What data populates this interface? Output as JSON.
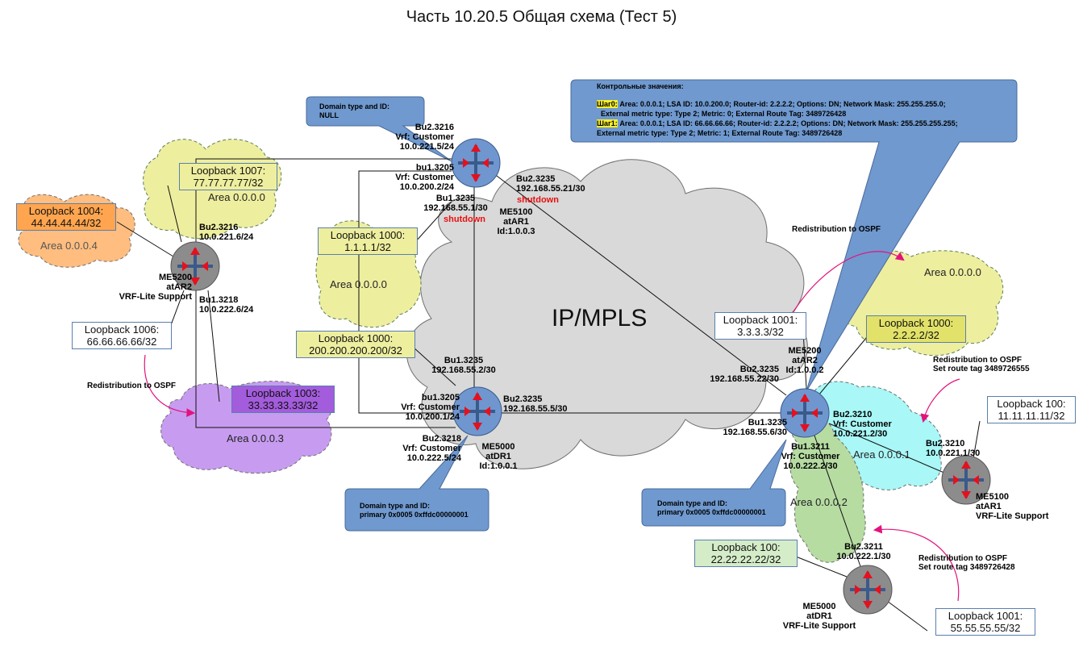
{
  "title": "Часть 10.20.5 Общая схема (Тест 5)",
  "cloud_label": "IP/MPLS",
  "colors": {
    "core_cloud": "#d9d9d9",
    "yellow_area": "#eeee9f",
    "orange_area": "#ffbd7f",
    "purple_area": "#c79cf0",
    "cyan_area": "#a9f7f7",
    "green_area": "#b6dca2",
    "router": "#6f96cf",
    "router_gray": "#8c8c8c",
    "arrow": "#e6101d",
    "callout": "#6f99cf",
    "redist_arrow": "#e3127d"
  },
  "callouts": {
    "top": "Domain type and ID:\nNULL",
    "dr1": "Domain type and ID:\nprimary 0x0005 0xffdc00000001",
    "ar2": "Domain type and ID:\nprimary 0x0005 0xffdc00000001",
    "control_heading": "Контрольные значения:",
    "step0_tag": "Шаг0:",
    "step0_text": " Area: 0.0.0.1; LSA ID: 10.0.200.0; Router-id: 2.2.2.2; Options: DN; Network Mask: 255.255.255.0;",
    "step0_text2": "  External metric type: Type 2; Metric: 0; External Route Tag: 3489726428",
    "step1_tag": "Шаг1:",
    "step1_text": " Area: 0.0.0.1; LSA ID: 66.66.66.66; Router-id: 2.2.2.2; Options: DN; Network Mask: 255.255.255.255;",
    "step1_text2": "External metric type: Type 2; Metric: 1; External Route Tag: 3489726428"
  },
  "areas": {
    "a0_left_top": "Area 0.0.0.0",
    "a4": "Area 0.0.0.4",
    "a0_mid": "Area 0.0.0.0",
    "a3": "Area 0.0.0.3",
    "a0_right": "Area 0.0.0.0",
    "a1": "Area 0.0.0.1",
    "a2": "Area 0.0.0.2"
  },
  "loopbacks": {
    "lb1007": "Loopback 1007:\n77.77.77.77/32",
    "lb1004": "Loopback 1004:\n44.44.44.44/32",
    "lb1000_mid": "Loopback 1000:\n1.1.1.1/32",
    "lb1006": "Loopback 1006:\n66.66.66.66/32",
    "lb1000_bottom": "Loopback 1000:\n200.200.200.200/32",
    "lb1003": "Loopback 1003:\n33.33.33.33/32",
    "lb1001_left": "Loopback 1001:\n3.3.3.3/32",
    "lb1000_right": "Loopback 1000:\n2.2.2.2/32",
    "lb100_right": "Loopback 100:\n11.11.11.11/32",
    "lb100_bottom": "Loopback 100:\n22.22.22.22/32",
    "lb1001_bottom": "Loopback 1001:\n55.55.55.55/32"
  },
  "redistribution": {
    "left": "Redistribution to OSPF",
    "top_right": "Redistribution to OSPF",
    "mid_right": "Redistribution to OSPF\nSet route tag 3489726555",
    "bottom_right": "Redistribution to OSPF\nSet route tag 3489726428"
  },
  "labels": {
    "ar1_bu2_3216": "Bu2.3216\nVrf: Customer\n10.0.221.5/24",
    "ar1_bu1_3205": "bu1.3205\nVrf: Customer\n10.0.200.2/24",
    "ar1_bu1_3235": "Bu1.3235\n192.168.55.1/30",
    "ar1_bu1_3235_state": "shutdown",
    "ar1_bu2_3235": "Bu2.3235\n192.168.55.21/30",
    "ar1_bu2_3235_state": "shutdown",
    "ar1_name": "ME5100\natAR1\nId:1.0.0.3",
    "left_bu2_3216": "Bu2.3216\n10.0.221.6/24",
    "left_name": "ME5200\natAR2\nVRF-Lite Support",
    "left_bu1_3218": "Bu1.3218\n10.0.222.6/24",
    "dr1_bu1_3235": "Bu1.3235\n192.168.55.2/30",
    "dr1_bu1_3205": "bu1.3205\nVrf: Customer\n10.0.200.1/24",
    "dr1_bu2_3235": "Bu2.3235\n192.168.55.5/30",
    "dr1_bu2_3218": "Bu2.3218\nVrf: Customer\n10.0.222.5/24",
    "dr1_name": "ME5000\natDR1\nId:1.0.0.1",
    "ar2_name": "ME5200\natAR2\nId:1.0.0.2",
    "ar2_bu2_3235": "Bu2.3235\n192.168.55.22/30",
    "ar2_bu1_3235": "Bu1.3235\n192.168.55.6/30",
    "ar2_bu2_3210": "Bu2.3210\nVrf: Customer\n10.0.221.2/30",
    "ar2_bu1_3211": "Bu1.3211\nVrf: Customer\n10.0.222.2/30",
    "rar1_bu2_3210": "Bu2.3210\n10.0.221.1/30",
    "rar1_name": "ME5100\natAR1\nVRF-Lite Support",
    "rdr1_bu2_3211": "Bu2.3211\n10.0.222.1/30",
    "rdr1_name": "ME5000\natDR1\nVRF-Lite Support"
  }
}
